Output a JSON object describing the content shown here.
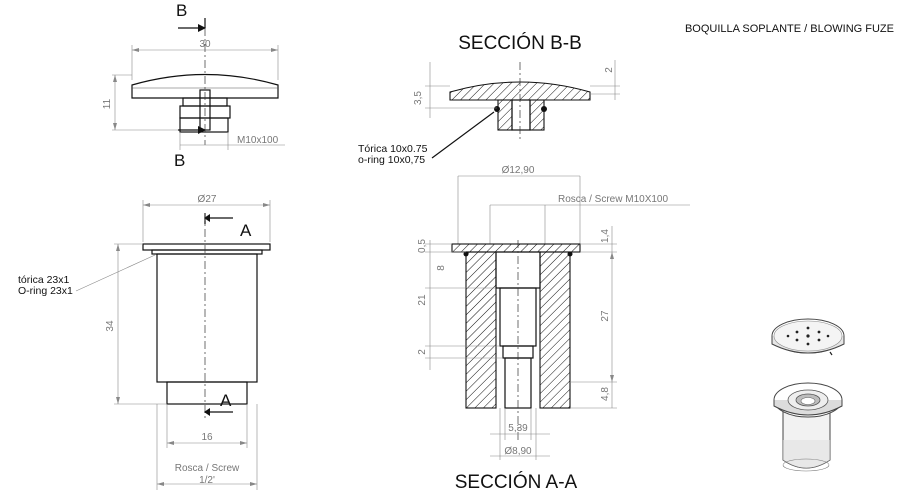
{
  "header": {
    "title": "BOQUILLA SOPLANTE / BLOWING FUZE"
  },
  "sections": {
    "bb_title": "SECCIÓN B-B",
    "aa_title": "SECCIÓN A-A"
  },
  "markers": {
    "b_top": "B",
    "b_bottom": "B",
    "a_top": "A",
    "a_bottom": "A"
  },
  "top_view": {
    "width_dim": "30",
    "height_dim": "11",
    "thread_dim": "M10x100"
  },
  "front_view": {
    "diameter_dim": "Ø27",
    "height_dim": "34",
    "bottom_width_dim": "16",
    "thread_label": "Rosca / Screw",
    "thread_value": "1/2'",
    "oring_es": "tórica 23x1",
    "oring_en": "O-ring 23x1"
  },
  "section_bb": {
    "height_dim": "3,5",
    "cap_dim": "2",
    "oring_es": "Tórica 10x0.75",
    "oring_en": "o-ring 10x0,75"
  },
  "section_aa": {
    "top_diameter": "Ø12,90",
    "thread_label": "Rosca / Screw M10X100",
    "dim_0_5": "0,5",
    "dim_8": "8",
    "dim_21": "21",
    "dim_2": "2",
    "dim_1_4": "1,4",
    "dim_27": "27",
    "dim_4_8": "4,8",
    "dim_5_39": "5,39",
    "bottom_diameter": "Ø8,90"
  }
}
